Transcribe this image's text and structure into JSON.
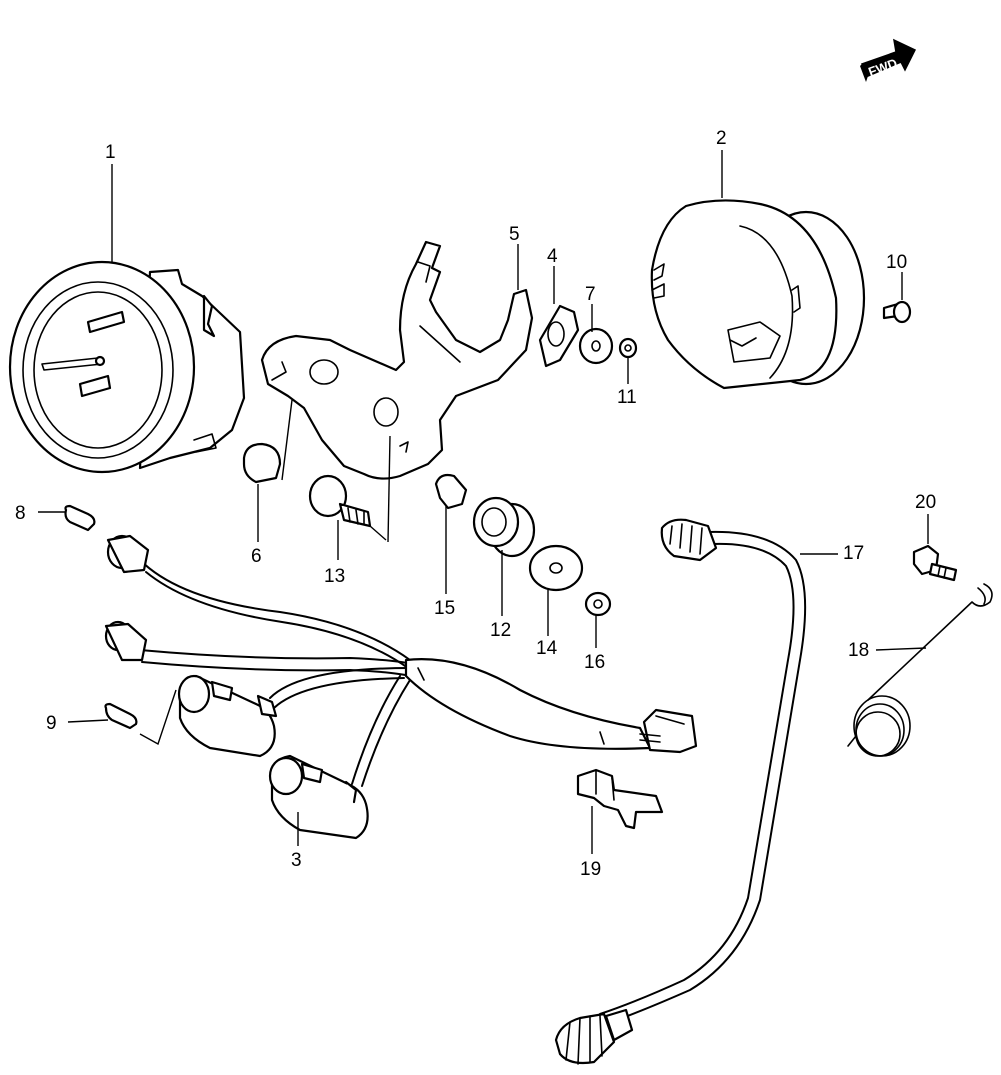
{
  "fwd_marker": {
    "text": "FWD"
  },
  "callouts": [
    {
      "number": "1"
    },
    {
      "number": "2"
    },
    {
      "number": "3"
    },
    {
      "number": "4"
    },
    {
      "number": "5"
    },
    {
      "number": "6"
    },
    {
      "number": "7"
    },
    {
      "number": "8"
    },
    {
      "number": "9"
    },
    {
      "number": "10"
    },
    {
      "number": "11"
    },
    {
      "number": "12"
    },
    {
      "number": "13"
    },
    {
      "number": "14"
    },
    {
      "number": "15"
    },
    {
      "number": "16"
    },
    {
      "number": "17"
    },
    {
      "number": "18"
    },
    {
      "number": "19"
    },
    {
      "number": "20"
    }
  ]
}
